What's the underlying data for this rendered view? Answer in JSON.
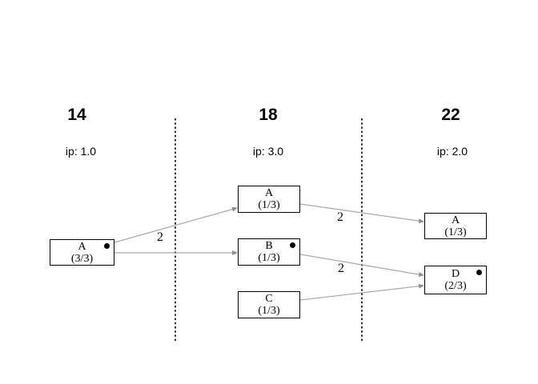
{
  "columns": [
    {
      "title": "14",
      "ip": "ip: 1.0"
    },
    {
      "title": "18",
      "ip": "ip: 3.0"
    },
    {
      "title": "22",
      "ip": "ip: 2.0"
    }
  ],
  "nodes": [
    {
      "name": "A",
      "fraction": "(3/3)",
      "column": "14",
      "marker": true
    },
    {
      "name": "A",
      "fraction": "(1/3)",
      "column": "18",
      "marker": false
    },
    {
      "name": "B",
      "fraction": "(1/3)",
      "column": "18",
      "marker": true
    },
    {
      "name": "C",
      "fraction": "(1/3)",
      "column": "18",
      "marker": false
    },
    {
      "name": "A",
      "fraction": "(1/3)",
      "column": "22",
      "marker": false
    },
    {
      "name": "D",
      "fraction": "(2/3)",
      "column": "22",
      "marker": true
    }
  ],
  "edges": [
    {
      "from": "A@14",
      "to": "A@18",
      "label": "2"
    },
    {
      "from": "A@14",
      "to": "B@18",
      "label": ""
    },
    {
      "from": "A@18",
      "to": "A@22",
      "label": "2"
    },
    {
      "from": "B@18",
      "to": "D@22",
      "label": "2"
    },
    {
      "from": "C@18",
      "to": "D@22",
      "label": ""
    }
  ],
  "colors": {
    "edge": "#a8a8a8",
    "arrowhead": "#8f8f8f",
    "divider": "#000000",
    "box_border": "#000000",
    "marker_dot": "#000000",
    "text": "#000000"
  }
}
